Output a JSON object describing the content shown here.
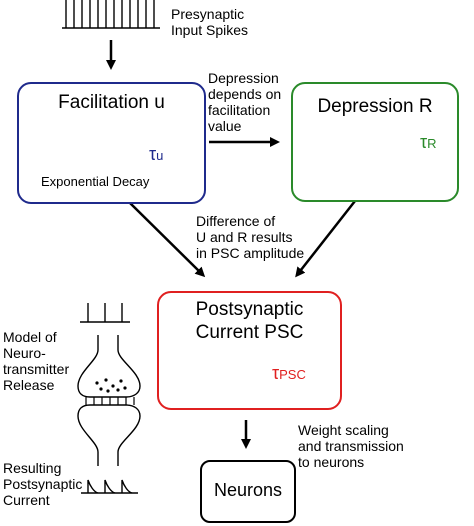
{
  "input": {
    "label_line1": "Presynaptic",
    "label_line2": "Input Spikes"
  },
  "facilitation": {
    "title": "Facilitation u",
    "tau_symbol": "τ",
    "tau_sub": "u",
    "decay_label": "Exponential Decay",
    "color": "#1f2a8c"
  },
  "depression": {
    "title": "Depression R",
    "tau_symbol": "τ",
    "tau_sub": "R",
    "color": "#2a8a2a"
  },
  "depression_note": {
    "line1": "Depression",
    "line2": "depends on",
    "line3": "facilitation",
    "line4": "value"
  },
  "difference_note": {
    "line1": "Difference of",
    "line2": "U and R results",
    "line3": "in PSC amplitude"
  },
  "psc": {
    "title_line1": "Postsynaptic",
    "title_line2": "Current PSC",
    "tau_symbol": "τ",
    "tau_sub": "PSC",
    "color": "#e02020"
  },
  "model_note": {
    "line1": "Model of",
    "line2": "Neuro-",
    "line3": "transmitter",
    "line4": "Release"
  },
  "resulting_note": {
    "line1": "Resulting",
    "line2": "Postsynaptic",
    "line3": "Current"
  },
  "weight_note": {
    "line1": "Weight scaling",
    "line2": "and transmission",
    "line3": "to neurons"
  },
  "neurons": {
    "label": "Neurons"
  }
}
